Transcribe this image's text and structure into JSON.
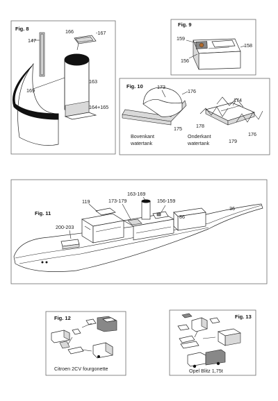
{
  "figures": {
    "fig8": {
      "title": "Fig. 8",
      "labels": {
        "l147": "147",
        "l166": "166",
        "l167": "-167",
        "l169": "169",
        "l163": "163",
        "l164": "164+165"
      }
    },
    "fig9": {
      "title": "Fig. 9",
      "labels": {
        "l159": "159",
        "l158": "158",
        "l156": "156"
      }
    },
    "fig10": {
      "title": "Fig. 10",
      "labels": {
        "l173": "173",
        "l176a": "176",
        "l175": "175",
        "l174": "174",
        "l178": "178",
        "l176b": "176",
        "l179": "179"
      },
      "captions": {
        "upper_line1": "Bovenkant",
        "upper_line2": "watertank",
        "lower_line1": "Onderkant",
        "lower_line2": "watertank"
      }
    },
    "fig11": {
      "title": "Fig. 11",
      "labels": {
        "l119": "119",
        "l173_179": "173-179",
        "l163_169": "163-169",
        "l156_159": "156-159",
        "l36": "36",
        "l86": "86",
        "l200_203": "200-203"
      }
    },
    "fig12": {
      "title": "Fig. 12",
      "caption": "Citroen 2CV fourgonette"
    },
    "fig13": {
      "title": "Fig. 13",
      "caption": "Opel Blitz 1,75t"
    }
  }
}
